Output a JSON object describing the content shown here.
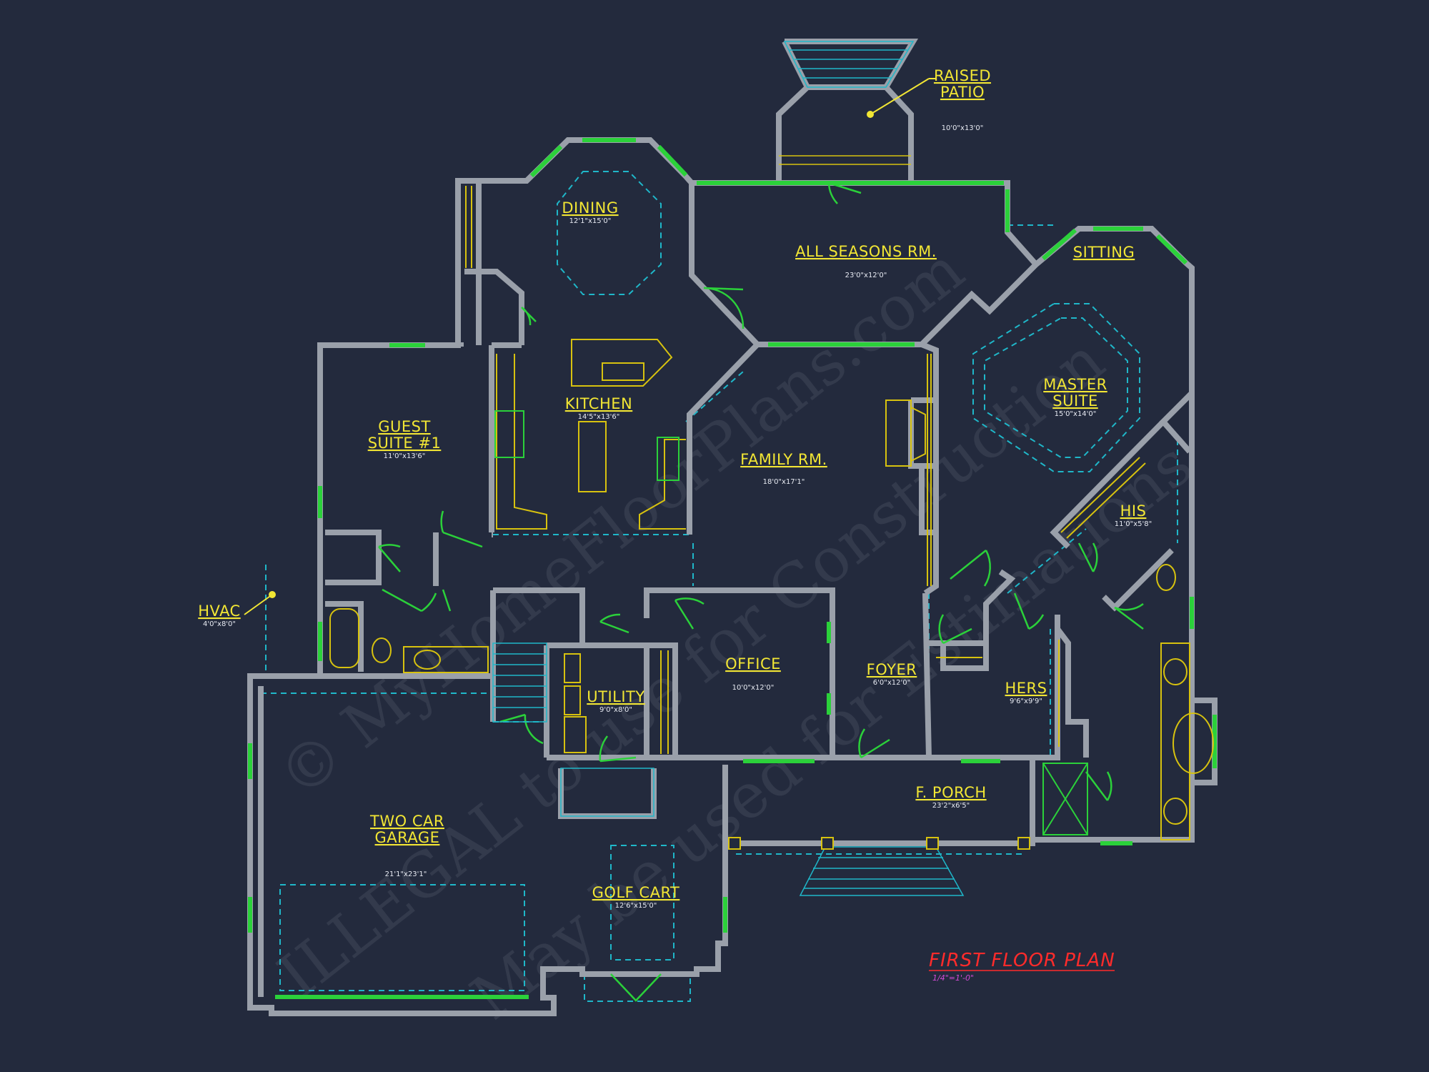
{
  "colors": {
    "background": "#232a3d",
    "wall": "#9aa0aa",
    "window": "#2bd13a",
    "door": "#2bd13a",
    "dashed": "#1fb7c9",
    "fixture": "#d7c20f",
    "label": "#f2e634",
    "title": "#ff2b2b",
    "scale": "#d24bd6",
    "watermark": "#cfd6e6"
  },
  "rooms": {
    "raised_patio": {
      "name_line1": "RAISED",
      "name_line2": "PATIO",
      "dims": "10'0\"x13'0\""
    },
    "dining": {
      "name": "DINING",
      "dims": "12'1\"x15'0\""
    },
    "all_seasons": {
      "name": "ALL SEASONS RM.",
      "dims": "23'0\"x12'0\""
    },
    "sitting": {
      "name": "SITTING"
    },
    "master_suite": {
      "name_line1": "MASTER",
      "name_line2": "SUITE",
      "dims": "15'0\"x14'0\""
    },
    "kitchen": {
      "name": "KITCHEN",
      "dims": "14'5\"x13'6\""
    },
    "guest_suite": {
      "name_line1": "GUEST",
      "name_line2": "SUITE #1",
      "dims": "11'0\"x13'6\""
    },
    "family_rm": {
      "name": "FAMILY RM.",
      "dims": "18'0\"x17'1\""
    },
    "his": {
      "name": "HIS",
      "dims": "11'0\"x5'8\""
    },
    "hvac": {
      "name": "HVAC",
      "dims": "4'0\"x8'0\""
    },
    "office": {
      "name": "OFFICE",
      "dims": "10'0\"x12'0\""
    },
    "foyer": {
      "name": "FOYER",
      "dims": "6'0\"x12'0\""
    },
    "utility": {
      "name": "UTILITY",
      "dims": "9'0\"x8'0\""
    },
    "hers": {
      "name": "HERS",
      "dims": "9'6\"x9'9\""
    },
    "f_porch": {
      "name": "F. PORCH",
      "dims": "23'2\"x6'5\""
    },
    "garage": {
      "name_line1": "TWO CAR",
      "name_line2": "GARAGE",
      "dims": "21'1\"x23'1\""
    },
    "golf_cart": {
      "name": "GOLF CART",
      "dims": "12'6\"x15'0\""
    }
  },
  "plan_title": "FIRST FLOOR PLAN",
  "plan_scale": "1/4\"=1'-0\"",
  "watermark": {
    "line1": "© MyHomeFloorPlans.com",
    "line2": "ILLEGAL to use for Construction",
    "line3": "May be used for Estimations"
  }
}
